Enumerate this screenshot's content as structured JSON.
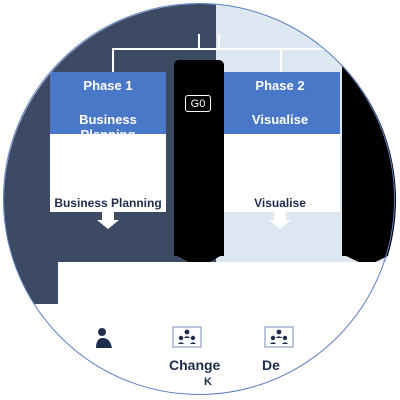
{
  "colors": {
    "left_bg": "#3c4a63",
    "right_bg": "#dde7f2",
    "phase_header": "#4a78c9",
    "gate": "#000000",
    "label_text": "#1f2d4d",
    "ring": "#5b7fc2"
  },
  "phases": [
    {
      "number": "Phase 1",
      "name": "Business Planning",
      "label": "Business Planning"
    },
    {
      "number": "Phase 2",
      "name": "Visualise",
      "label": "Visualise"
    }
  ],
  "gate": {
    "label": "G0"
  },
  "roles": [
    {
      "label": "",
      "icon": "person-icon"
    },
    {
      "label": "Change",
      "sublabel": "K",
      "icon": "team-board-icon"
    },
    {
      "label": "De",
      "icon": "team-board-icon"
    }
  ]
}
